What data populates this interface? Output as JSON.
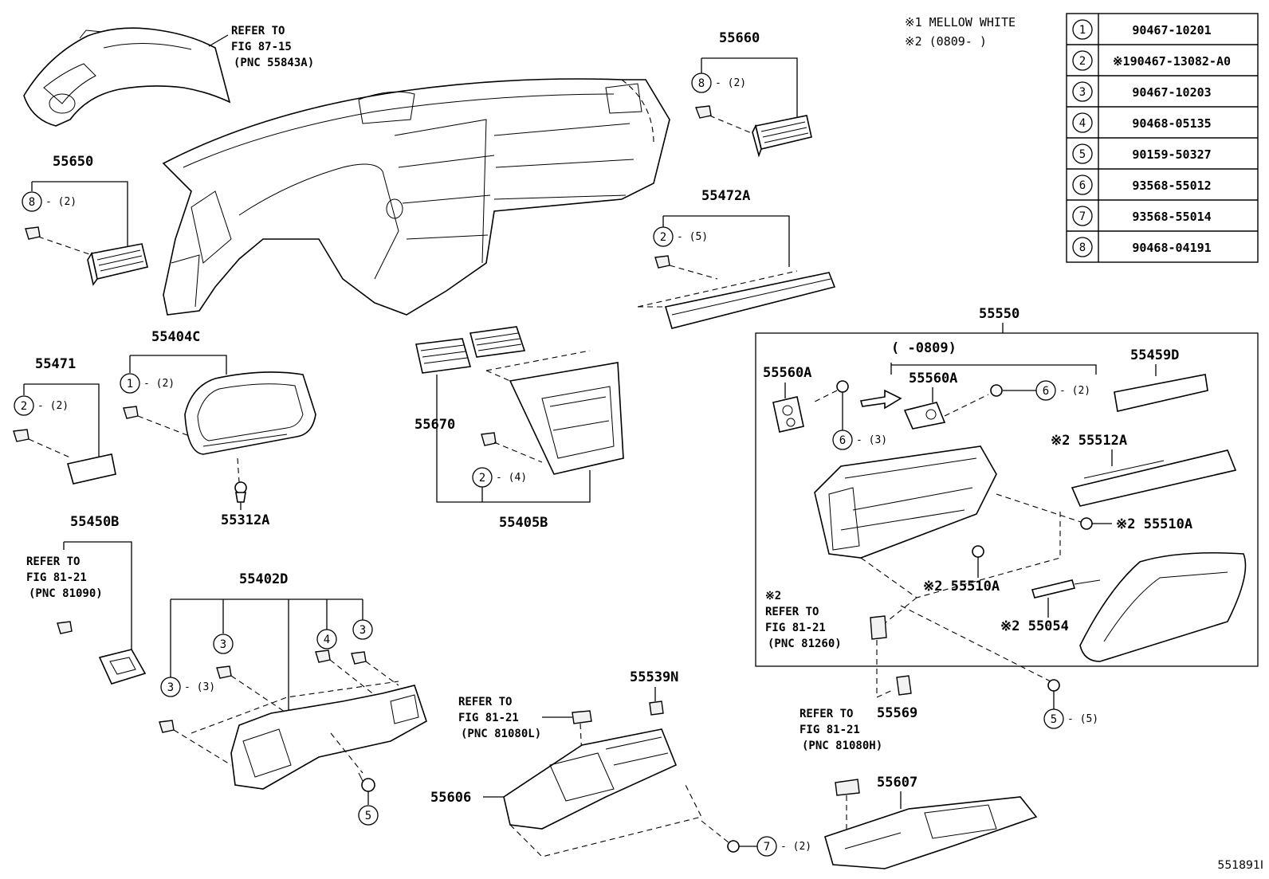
{
  "legend": {
    "note1": "※1 MELLOW WHITE",
    "note2": "※2 (0809-    )"
  },
  "fasteners": [
    {
      "num": "1",
      "part": "90467-10201"
    },
    {
      "num": "2",
      "part": "※190467-13082-A0"
    },
    {
      "num": "3",
      "part": "90467-10203"
    },
    {
      "num": "4",
      "part": "90468-05135"
    },
    {
      "num": "5",
      "part": "90159-50327"
    },
    {
      "num": "6",
      "part": "93568-55012"
    },
    {
      "num": "7",
      "part": "93568-55014"
    },
    {
      "num": "8",
      "part": "90468-04191"
    }
  ],
  "part_numbers": {
    "p55660": "55660",
    "p55650": "55650",
    "p55472a": "55472A",
    "p55550": "55550",
    "p55404c": "55404C",
    "p55471": "55471",
    "p55670": "55670",
    "p55405b": "55405B",
    "p55312a": "55312A",
    "p55450b": "55450B",
    "p55402d": "55402D",
    "p55459d": "55459D",
    "p55560a_1": "55560A",
    "p55560a_2": "55560A",
    "p55512a": "※2 55512A",
    "p55510a_1": "※2 55510A",
    "p55510a_2": "※2 55510A",
    "p55054": "※2 55054",
    "p55539n": "55539N",
    "p55569": "55569",
    "p55606": "55606",
    "p55607": "55607",
    "range_0809": "(      -0809)"
  },
  "refs": {
    "fig8715": [
      "REFER TO",
      "FIG 87-15",
      "(PNC 55843A)"
    ],
    "fig8121_a": [
      "REFER TO",
      "FIG 81-21",
      "(PNC 81090)"
    ],
    "fig8121_b": [
      "※2",
      "REFER TO",
      "FIG 81-21",
      "(PNC 81260)"
    ],
    "fig8121_c": [
      "REFER TO",
      "FIG 81-21",
      "(PNC 81080L)"
    ],
    "fig8121_d": [
      "REFER TO",
      "FIG 81-21",
      "(PNC 81080H)"
    ]
  },
  "callouts": {
    "c8a": {
      "num": "8",
      "qty": "- (2)"
    },
    "c8b": {
      "num": "8",
      "qty": "- (2)"
    },
    "c2a": {
      "num": "2",
      "qty": "- (5)"
    },
    "c1a": {
      "num": "1",
      "qty": "- (2)"
    },
    "c2b": {
      "num": "2",
      "qty": "- (2)"
    },
    "c2c": {
      "num": "2",
      "qty": "- (4)"
    },
    "c6a": {
      "num": "6",
      "qty": "- (2)"
    },
    "c6b": {
      "num": "6",
      "qty": "- (3)"
    },
    "c3a": {
      "num": "3",
      "qty": ""
    },
    "c4a": {
      "num": "4",
      "qty": ""
    },
    "c3b": {
      "num": "3",
      "qty": ""
    },
    "c3c": {
      "num": "3",
      "qty": "- (3)"
    },
    "c5a": {
      "num": "5",
      "qty": ""
    },
    "c5b": {
      "num": "5",
      "qty": "- (5)"
    },
    "c7a": {
      "num": "7",
      "qty": "- (2)"
    }
  },
  "footer": {
    "code": "551891I"
  }
}
